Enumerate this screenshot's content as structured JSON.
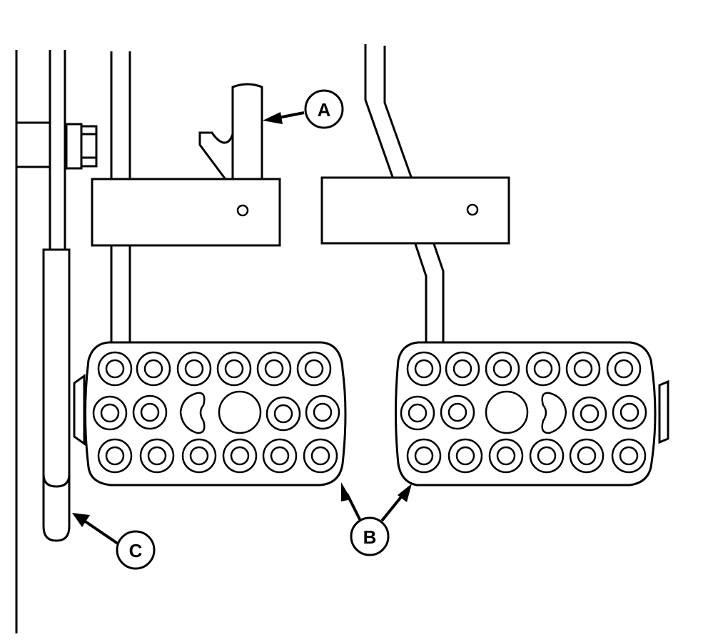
{
  "diagram": {
    "type": "technical-line-drawing",
    "subject": "Foot pedals (brake pedals) with pedal lock",
    "colors": {
      "line": "#000000",
      "background": "#ffffff"
    },
    "callouts": [
      {
        "id": "A",
        "label": "A",
        "target": "pedal lock latch"
      },
      {
        "id": "B",
        "label": "B",
        "target": "pedal pads (left and right)"
      },
      {
        "id": "C",
        "label": "C",
        "target": "lever handle"
      }
    ]
  }
}
